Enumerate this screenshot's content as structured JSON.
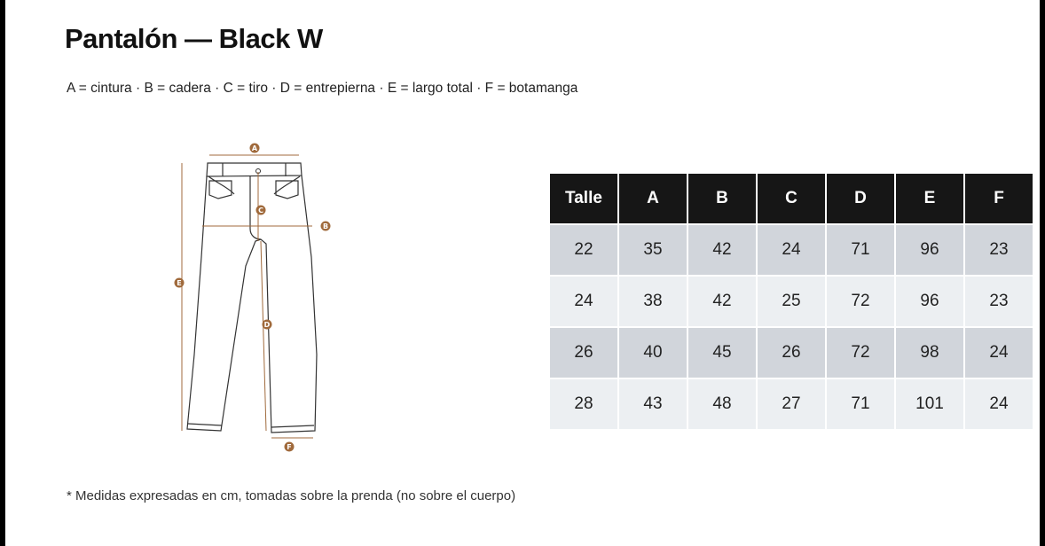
{
  "title": "Pantalón — Black W",
  "legend": "A = cintura · B = cadera · C = tiro · D = entrepierna · E = largo total · F = botamanga",
  "note": "* Medidas expresadas en cm, tomadas sobre la prenda (no sobre el cuerpo)",
  "diagram": {
    "markers": [
      "A",
      "B",
      "C",
      "D",
      "E",
      "F"
    ]
  },
  "table": {
    "headers": [
      "Talle",
      "A",
      "B",
      "C",
      "D",
      "E",
      "F"
    ],
    "rows": [
      [
        "22",
        "35",
        "42",
        "24",
        "71",
        "96",
        "23"
      ],
      [
        "24",
        "38",
        "42",
        "25",
        "72",
        "96",
        "23"
      ],
      [
        "26",
        "40",
        "45",
        "26",
        "72",
        "98",
        "24"
      ],
      [
        "28",
        "43",
        "48",
        "27",
        "71",
        "101",
        "24"
      ]
    ]
  },
  "colors": {
    "header_bg": "#161616",
    "row_dark": "#d1d5db",
    "row_light": "#eceff2",
    "marker": "#a06a3c"
  }
}
